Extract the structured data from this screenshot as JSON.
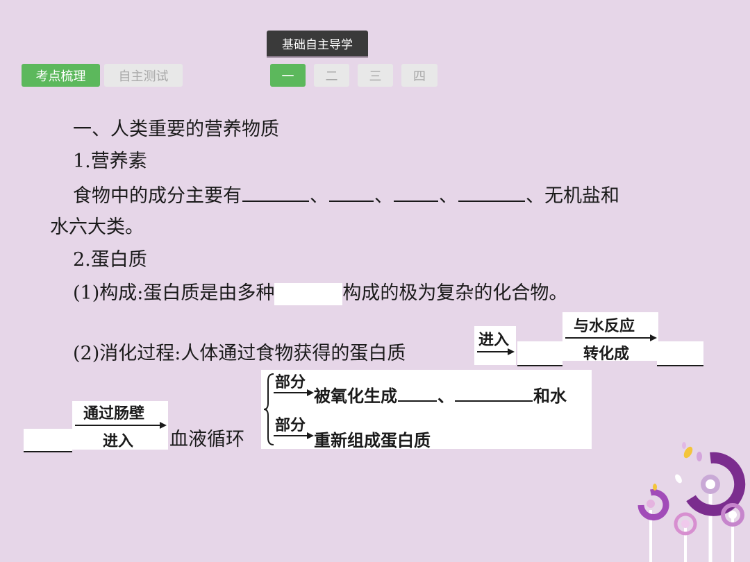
{
  "header": {
    "section_tab": "基础自主导学",
    "left_tabs": [
      "考点梳理",
      "自主测试"
    ],
    "page_tabs": [
      "一",
      "二",
      "三",
      "四"
    ]
  },
  "content": {
    "heading": "一、人类重要的营养物质",
    "sub1": "1.营养素",
    "p1_start": "食物中的成分主要有",
    "sep": "、",
    "p1_end": "、无机盐和",
    "p1_line2": "水六大类。",
    "sub2": "2.蛋白质",
    "p2_label": "(1)构成:蛋白质是由多种",
    "p2_end": "构成的极为复杂的化合物。",
    "p3_label": "(2)消化过程:人体通过食物获得的蛋白质",
    "arrow_enter": "进入",
    "arrow_react_top": "与水反应",
    "arrow_react_bottom": "转化成",
    "arrow_gut_top": "通过肠壁",
    "arrow_gut_bottom": "进入",
    "blood": "血液循环",
    "branch_label": "部分",
    "branch1_text": "被氧化生成",
    "branch1_end": "和水",
    "branch2_text": "重新组成蛋白质"
  }
}
